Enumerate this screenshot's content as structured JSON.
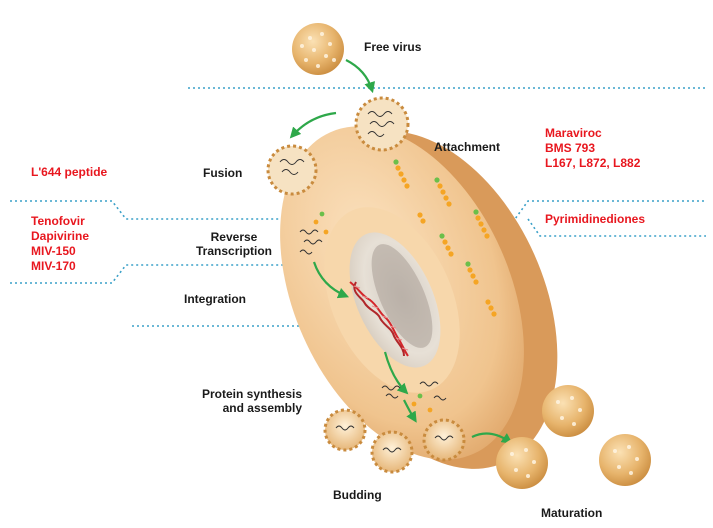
{
  "stages": {
    "free_virus": "Free virus",
    "attachment": "Attachment",
    "fusion": "Fusion",
    "reverse_transcription_1": "Reverse",
    "reverse_transcription_2": "Transcription",
    "integration": "Integration",
    "protein_1": "Protein synthesis",
    "protein_2": "and assembly",
    "budding": "Budding",
    "maturation": "Maturation"
  },
  "drugs": {
    "fusion_inhibitor": "L'644 peptide",
    "attachment": [
      "Maraviroc",
      "BMS 793",
      "L167, L872, L882"
    ],
    "reverse_transcription": [
      "Tenofovir",
      "Dapivirine",
      "MIV-150",
      "MIV-170"
    ],
    "pyrimidinediones": "Pyrimidinediones"
  },
  "colors": {
    "drug_text": "#e8171f",
    "stage_text": "#1a1a1a",
    "guide_line": "#3aa0c8",
    "arrow": "#2ea84a",
    "virus": "#e3b06e",
    "cell": "#f1c896"
  }
}
